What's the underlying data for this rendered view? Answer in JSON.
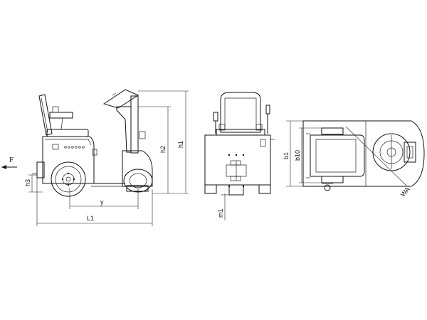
{
  "diagram": {
    "labels": {
      "F": "F",
      "h3": "h3",
      "y": "y",
      "L1": "L1",
      "h2": "h2",
      "h1": "h1",
      "m1": "m1",
      "b1": "b1",
      "b10": "b10",
      "WA": "WA"
    }
  }
}
